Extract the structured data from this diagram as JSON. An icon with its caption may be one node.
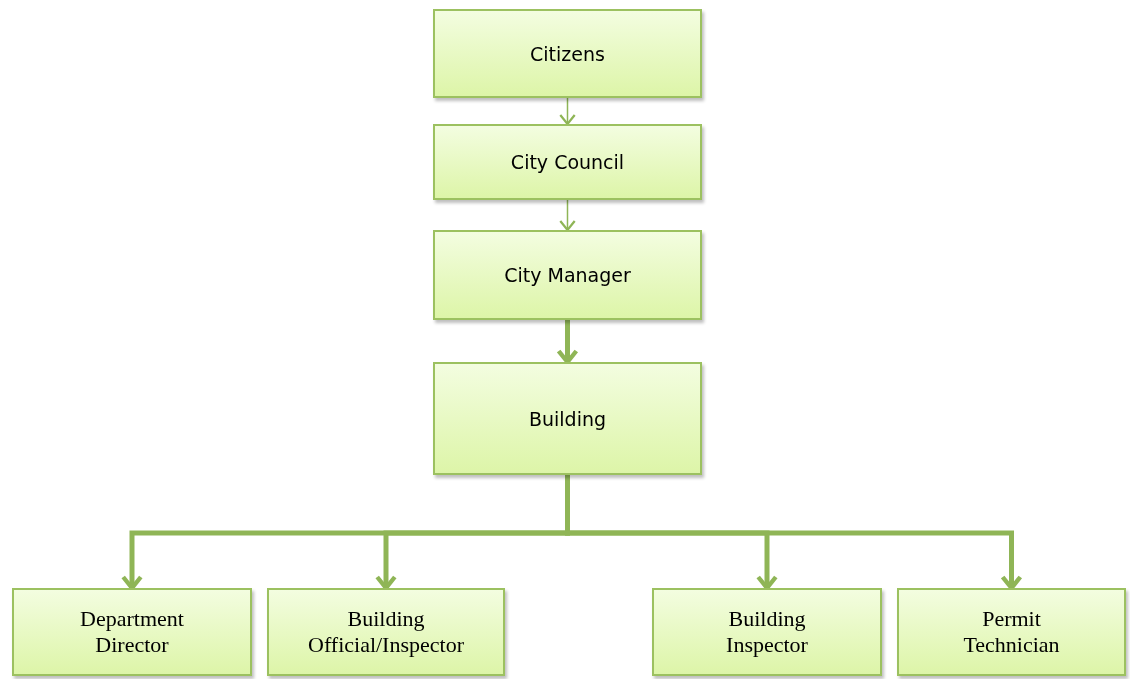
{
  "diagram": {
    "nodes": [
      {
        "text": [
          "Citizens"
        ]
      },
      {
        "text": [
          "City Council"
        ]
      },
      {
        "text": [
          "City Manager"
        ]
      },
      {
        "text": [
          "Building"
        ]
      },
      {
        "text": [
          "Department Director"
        ]
      },
      {
        "text": [
          "Building Official/Inspector"
        ]
      },
      {
        "text": [
          "Building Inspector"
        ]
      },
      {
        "text": [
          "Permit Technician"
        ]
      }
    ],
    "edges": [
      {
        "from": 0,
        "to": 1,
        "arrow": "to"
      },
      {
        "from": 1,
        "to": 2,
        "arrow": "to"
      },
      {
        "from": 2,
        "to": 3,
        "arrow": "to"
      },
      {
        "from": 3,
        "to": 4,
        "arrow": "to"
      },
      {
        "from": 3,
        "to": 5,
        "arrow": "to"
      },
      {
        "from": 3,
        "to": 6,
        "arrow": "to"
      },
      {
        "from": 3,
        "to": 7,
        "arrow": "to"
      }
    ]
  }
}
